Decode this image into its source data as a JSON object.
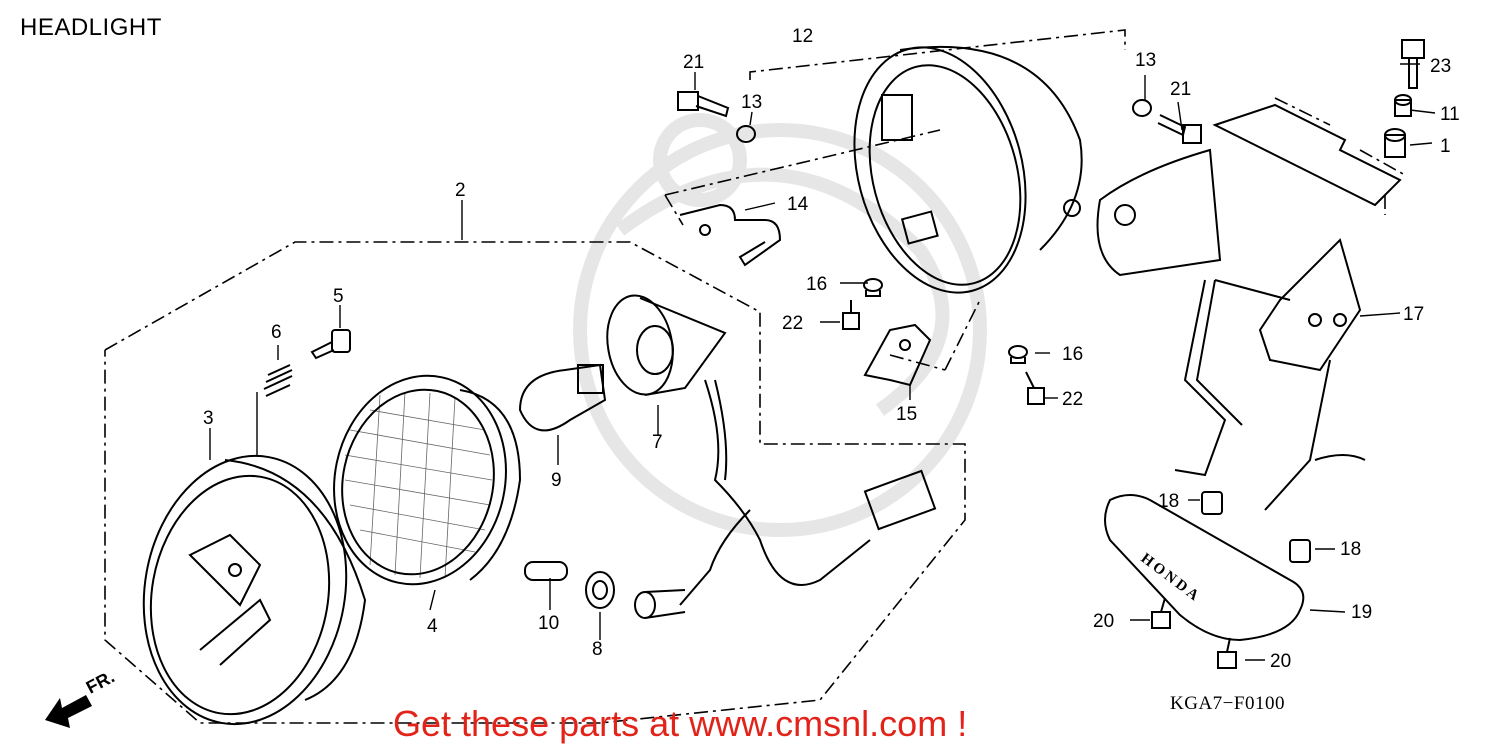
{
  "title": "HEADLIGHT",
  "diagram_code": "KGA7−F0100",
  "promo_text": "Get these parts at www.cmsnl.com !",
  "direction_marker": "FR.",
  "emblem_text": "HONDA",
  "colors": {
    "line": "#000000",
    "promo": "#e2231a",
    "watermark": "#e6e6e6"
  },
  "parts": [
    {
      "id": "p1",
      "label": "1"
    },
    {
      "id": "p2",
      "label": "2"
    },
    {
      "id": "p3",
      "label": "3"
    },
    {
      "id": "p4",
      "label": "4"
    },
    {
      "id": "p5",
      "label": "5"
    },
    {
      "id": "p6",
      "label": "6"
    },
    {
      "id": "p7",
      "label": "7"
    },
    {
      "id": "p8",
      "label": "8"
    },
    {
      "id": "p9",
      "label": "9"
    },
    {
      "id": "p10",
      "label": "10"
    },
    {
      "id": "p11",
      "label": "11"
    },
    {
      "id": "p12",
      "label": "12"
    },
    {
      "id": "p13a",
      "label": "13"
    },
    {
      "id": "p13b",
      "label": "13"
    },
    {
      "id": "p14",
      "label": "14"
    },
    {
      "id": "p15",
      "label": "15"
    },
    {
      "id": "p16a",
      "label": "16"
    },
    {
      "id": "p16b",
      "label": "16"
    },
    {
      "id": "p17",
      "label": "17"
    },
    {
      "id": "p18a",
      "label": "18"
    },
    {
      "id": "p18b",
      "label": "18"
    },
    {
      "id": "p19",
      "label": "19"
    },
    {
      "id": "p20a",
      "label": "20"
    },
    {
      "id": "p20b",
      "label": "20"
    },
    {
      "id": "p21a",
      "label": "21"
    },
    {
      "id": "p21b",
      "label": "21"
    },
    {
      "id": "p22a",
      "label": "22"
    },
    {
      "id": "p22b",
      "label": "22"
    },
    {
      "id": "p23",
      "label": "23"
    }
  ]
}
